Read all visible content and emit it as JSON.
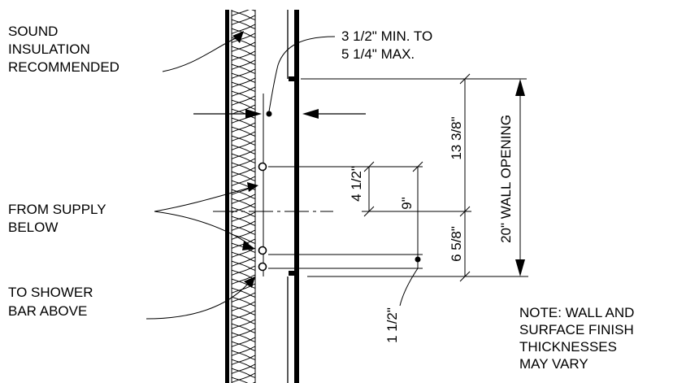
{
  "labels": {
    "sound_1": "SOUND",
    "sound_2": "INSULATION",
    "sound_3": "RECOMMENDED",
    "supply_1": "FROM SUPPLY",
    "supply_2": "BELOW",
    "shower_1": "TO SHOWER",
    "shower_2": "BAR ABOVE",
    "depth_1": "3 1/2\" MIN. TO",
    "depth_2": "5 1/4\" MAX.",
    "note_1": "NOTE: WALL AND",
    "note_2": "SURFACE FINISH",
    "note_3": "THICKNESSES",
    "note_4": "MAY VARY"
  },
  "dimensions": {
    "top_to_center": "13 3/8\"",
    "center_to_bottom": "6 5/8\"",
    "wall_opening": "20\" WALL OPENING",
    "inlet_spacing": "4 1/2\"",
    "inlet_span": "9\"",
    "outlet_offset": "1 1/2\""
  }
}
